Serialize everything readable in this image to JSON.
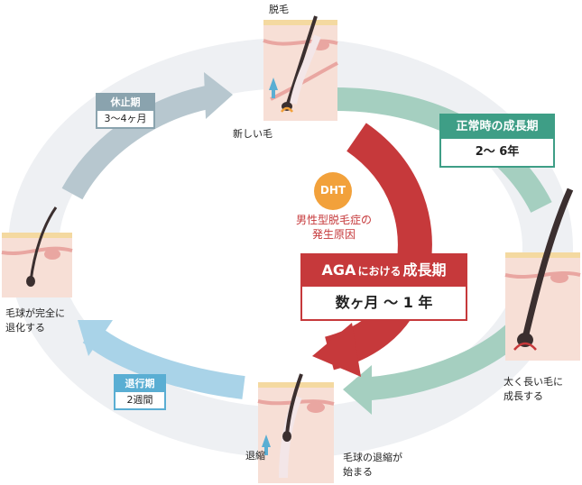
{
  "labels": {
    "hair_loss": "脱毛",
    "new_hair": "新しい毛",
    "bulb_regressed": "毛球が完全に\n退化する",
    "shrink": "退縮",
    "bulb_shrink_start": "毛球の退縮が\n始まる",
    "thick_long": "太く長い毛に\n成長する",
    "dht": "DHT",
    "dht_cause": "男性型脱毛症の\n発生原因"
  },
  "phases": {
    "rest": {
      "title": "休止期",
      "duration": "3～4ヶ月"
    },
    "regression": {
      "title": "退行期",
      "duration": "2週間"
    },
    "normal": {
      "title": "正常時の成長期",
      "duration": "2～ 6年"
    },
    "aga": {
      "title_main": "AGA",
      "title_sub": "における",
      "title_tail": "成長期",
      "duration": "数ヶ月 ～ 1 年"
    }
  },
  "colors": {
    "green": "#3e9e86",
    "green_light": "#a5cfc0",
    "blue": "#5aaed3",
    "blue_light": "#a9d3e8",
    "grey": "#8aa3ae",
    "grey_light": "#b7c7cf",
    "red": "#c6393b",
    "orange": "#f2a13b",
    "skin": "#f7dfd6",
    "skin_stripe": "#e9a6a1",
    "ring": "#eef0f3"
  }
}
